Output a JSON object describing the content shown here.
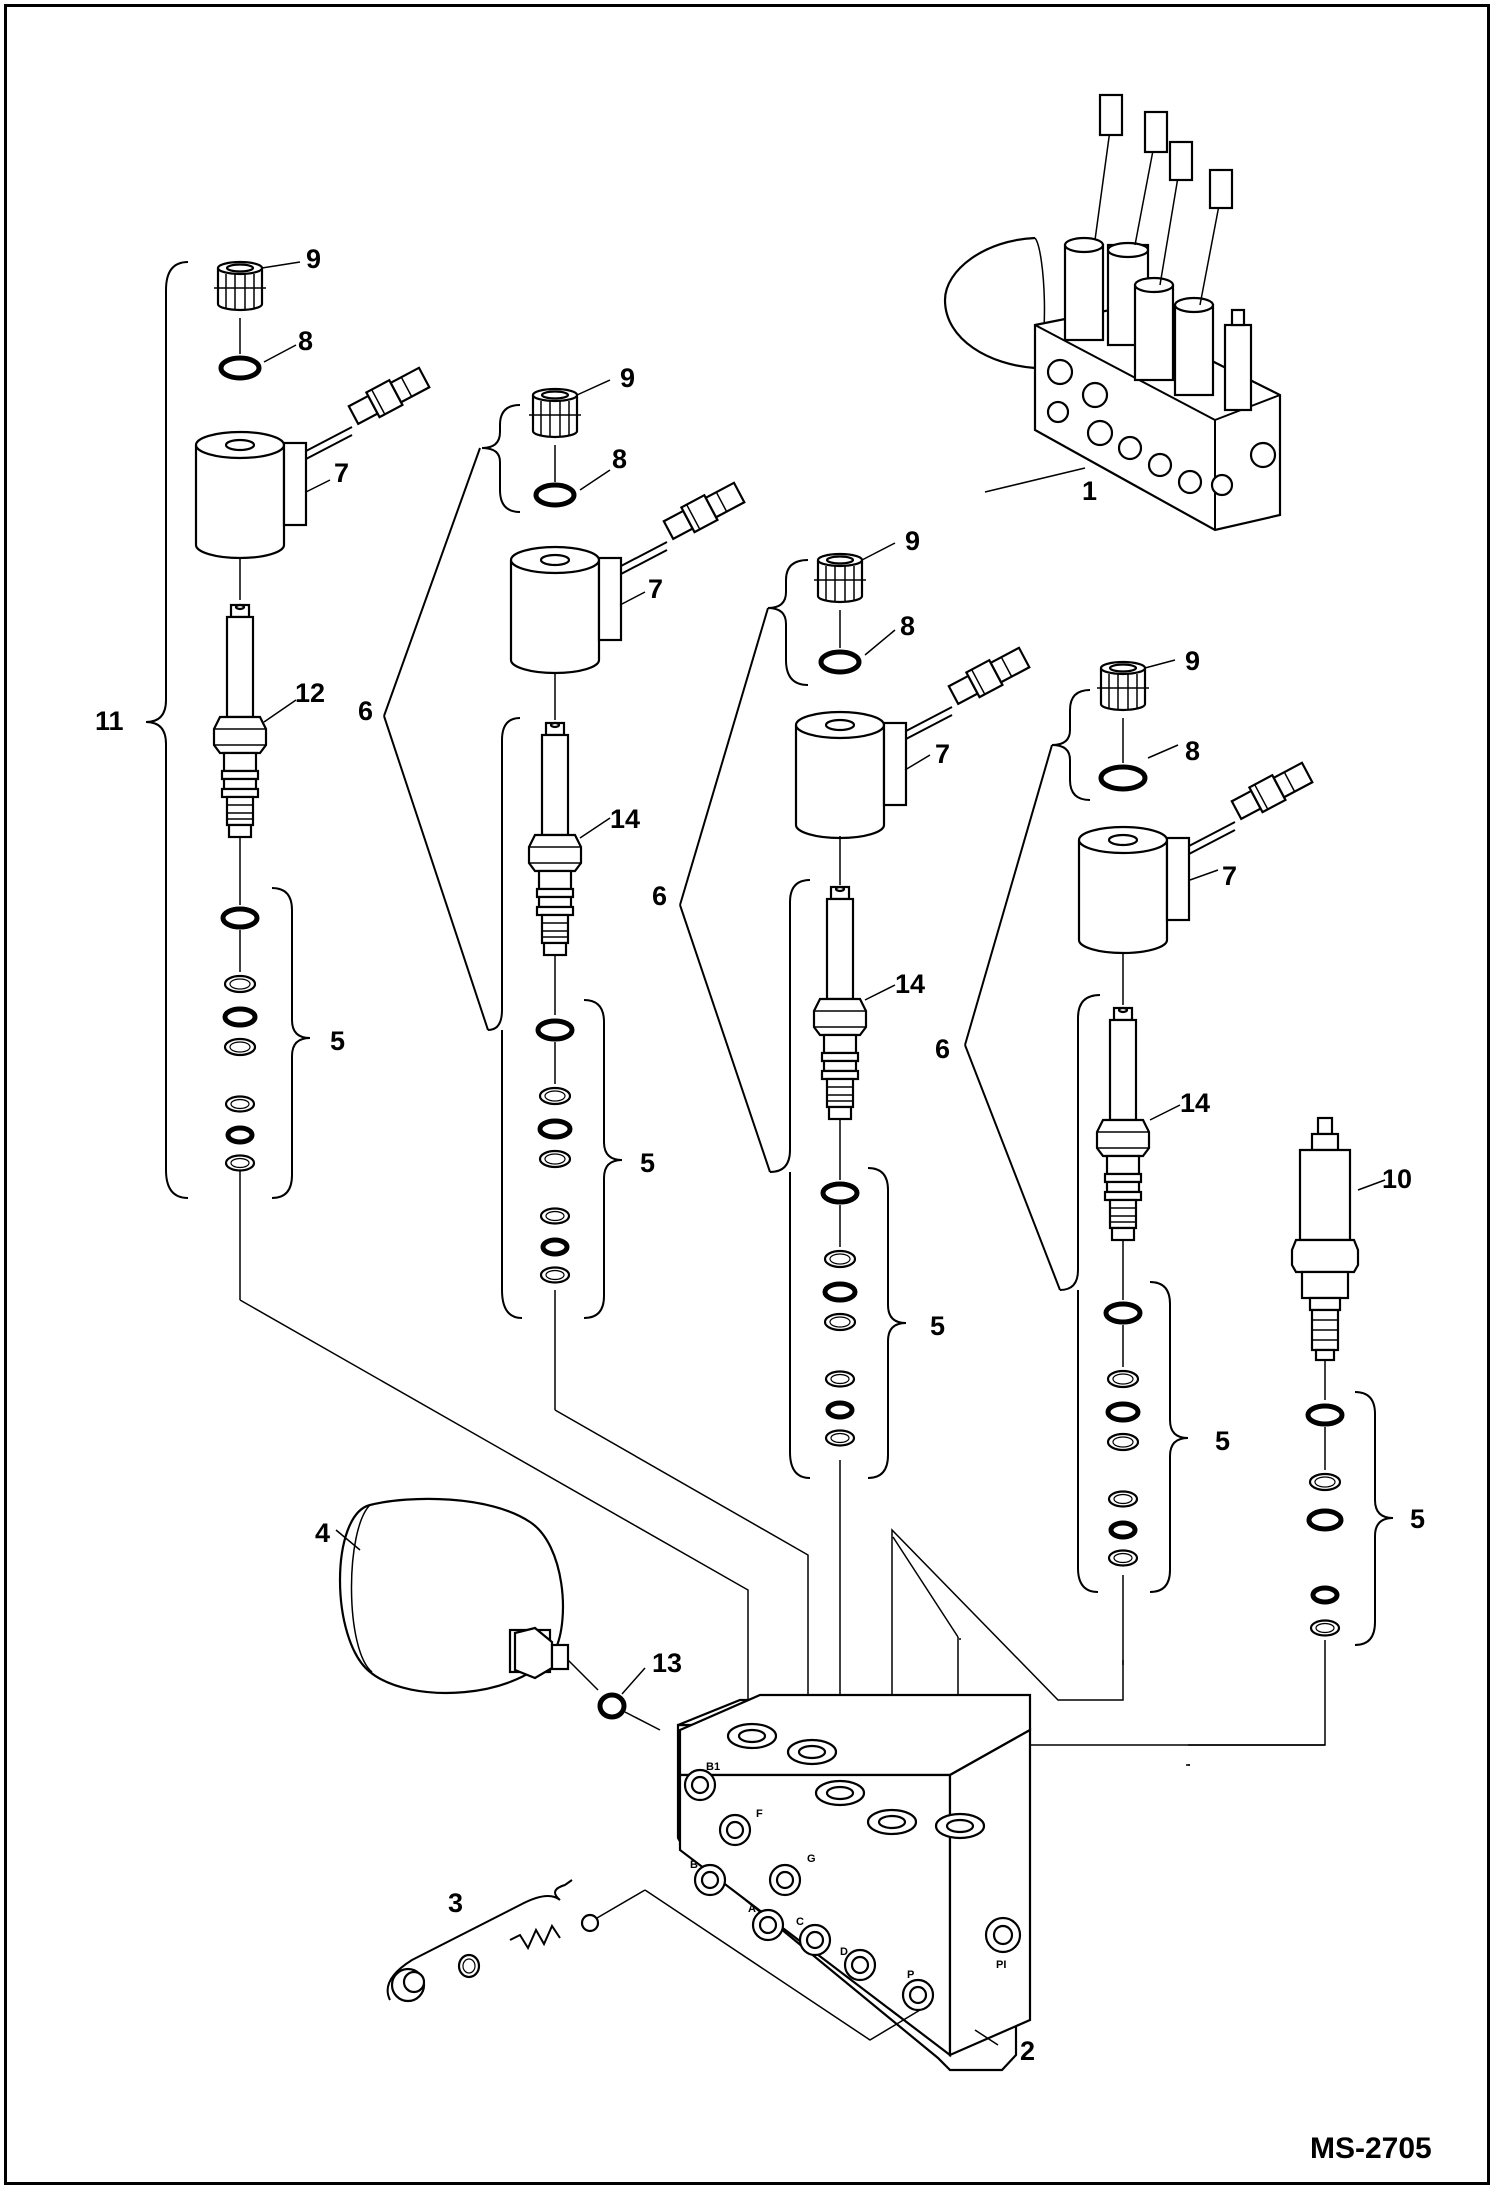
{
  "diagram": {
    "drawing_code": "MS-2705",
    "callouts": {
      "c1": "1",
      "c2": "2",
      "c3": "3",
      "c4": "4",
      "c5a": "5",
      "c5b": "5",
      "c5c": "5",
      "c5d": "5",
      "c5e": "5",
      "c6a": "6",
      "c6b": "6",
      "c6c": "6",
      "c7a": "7",
      "c7b": "7",
      "c7c": "7",
      "c7d": "7",
      "c8a": "8",
      "c8b": "8",
      "c8c": "8",
      "c8d": "8",
      "c9a": "9",
      "c9b": "9",
      "c9c": "9",
      "c9d": "9",
      "c10": "10",
      "c11": "11",
      "c12": "12",
      "c13": "13",
      "c14a": "14",
      "c14b": "14",
      "c14c": "14"
    },
    "manifold_ports": {
      "b1": "B1",
      "f": "F",
      "g": "G",
      "b": "B",
      "a": "A",
      "c": "C",
      "d": "D",
      "p": "P",
      "pi": "PI"
    }
  }
}
